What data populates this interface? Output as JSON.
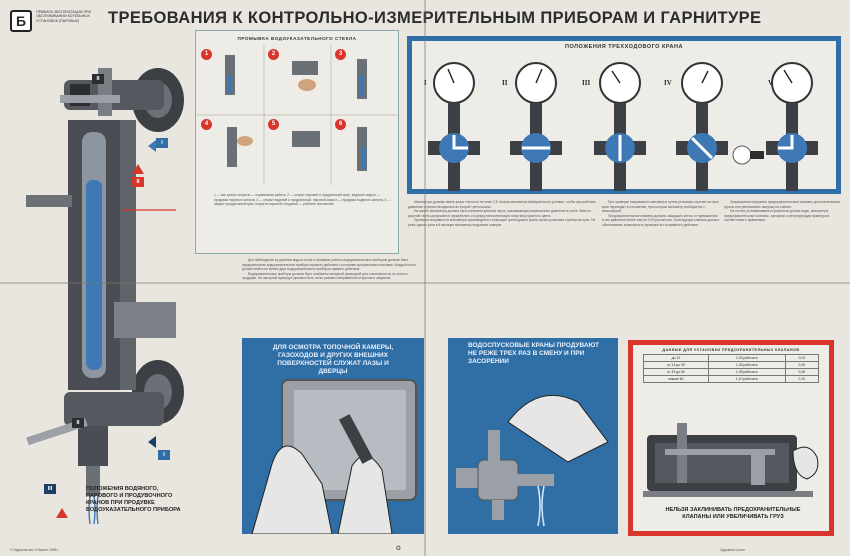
{
  "header": {
    "logo_letter": "Б",
    "series_text": "Правила эксплуатации при обслуживании котельных установок (паровых)",
    "title": "ТРЕБОВАНИЯ К КОНТРОЛЬНО-ИЗМЕРИТЕЛЬНЫМ ПРИБОРАМ И ГАРНИТУРЕ"
  },
  "left_figure": {
    "caption": "ПОЛОЖЕНИЯ ВОДЯНОГО, ПАРОВОГО И ПРОДУВОЧНОГО КРАНОВ ПРИ ПРОДУВКЕ ВОДОУКАЗАТЕЛЬНОГО ПРИБОРА",
    "markers": [
      "II",
      "I",
      "II",
      "II",
      "I",
      "III"
    ]
  },
  "glass_panel": {
    "header": "ПРОМЫВКА ВОДОУКАЗАТЕЛЬНОГО СТЕКЛА",
    "steps": [
      "1",
      "2",
      "3",
      "4",
      "5",
      "6"
    ],
    "text": "1 — все краны открыты — нормальная работа; 2 — открыт паровой и продувочный кран, водяной закрыт — продувка парового канала; 3 — открыт водяной и продувочный, паровой закрыт — продувка водяного канала; 4 — закрыт продувочный кран, открыты паровой и водяной — рабочее положение."
  },
  "valve_panel": {
    "header": "ПОЛОЖЕНИЯ ТРЕХХОДОВОГО КРАНА",
    "positions": [
      "I",
      "II",
      "III",
      "IV",
      "V"
    ]
  },
  "middle_text": [
    "Для наблюдения за уровнем воды в котле и проверки работы водоуказательных приборов должны быть предусмотрены водоуказательные приборы прямого действия с плоскими прозрачными стеклами. Каждый котел должен иметь не менее двух водоуказательных приборов прямого действия.",
    "Водоуказательные приборы должны быть снабжены запорной арматурой для отключения их от котла и продувки. На запорной арматуре должны быть четко указаны направления открытия и закрытия.",
    "Манометры должны иметь класс точности не ниже 2,5. Шкала манометра выбирается из условия, чтобы при рабочем давлении стрелка находилась во второй трети шкалы.",
    "На шкале манометра должна быть нанесена красная черта, указывающая разрешенное давление в котле. Вместо красной черты допускается прикреплять к корпусу металлическую пластинку красного цвета.",
    "Проверка исправности манометра производится с помощью трехходового крана путем установки стрелки на нуль. Не реже одного раза в 6 месяцев манометры подлежат поверке."
  ],
  "right_text": [
    "При проверке исправности манометра путем установки стрелки на нуль кран переводят в положение, при котором манометр сообщается с атмосферой.",
    "Предохранительные клапаны должны защищать котлы от превышения в них давления более чем на 10% расчетного. Конструкция клапана должна обеспечивать возможность проверки его исправного действия.",
    "Запрещается нагружать предохранительные клапаны дополнительным грузом или увеличивать нагрузку на клапан.",
    "На котлах устанавливаются указатели уровня воды, манометры, предохранительные клапаны, запорная и регулирующая арматура в соответствии с правилами."
  ],
  "panels": {
    "inspection_caption": "ДЛЯ ОСМОТРА ТОПОЧНОЙ КАМЕРЫ, ГАЗОХОДОВ И ДРУГИХ ВНЕШНИХ ПОВЕРХНОСТЕЙ СЛУЖАТ ЛАЗЫ И ДВЕРЦЫ",
    "drain_caption": "ВОДОСПУСКОВЫЕ КРАНЫ ПРОДУВАЮТ НЕ РЕЖЕ ТРЕХ РАЗ В СМЕНУ И ПРИ ЗАСОРЕНИИ",
    "valve_caption": "НЕЛЬЗЯ ЗАКЛИНИВАТЬ ПРЕДОХРАНИТЕЛЬНЫЕ КЛАПАНЫ ИЛИ УВЕЛИЧИВАТЬ ГРУЗ"
  },
  "valve_table": {
    "title": "ДАННЫЕ ДЛЯ УСТАНОВКИ ПРЕДОХРАНИТЕЛЬНЫХ КЛАПАНОВ",
    "rows": [
      [
        "до 13",
        "1,03 рабочего",
        "0,03"
      ],
      [
        "от 13 до 39",
        "1,05 рабочего",
        "0,05"
      ],
      [
        "от 39 до 60",
        "1,08 рабочего",
        "0,08"
      ],
      [
        "свыше 60",
        "1,10 рабочего",
        "0,10"
      ]
    ]
  },
  "footer": {
    "left": "© Издательство «Плакат» 1985 г.",
    "center": "О",
    "right": "Художник Сытин"
  },
  "colors": {
    "accent_blue": "#2f6fa6",
    "accent_red": "#d8352c",
    "dark_blue": "#1c3f66",
    "paper": "#e9e6df"
  }
}
